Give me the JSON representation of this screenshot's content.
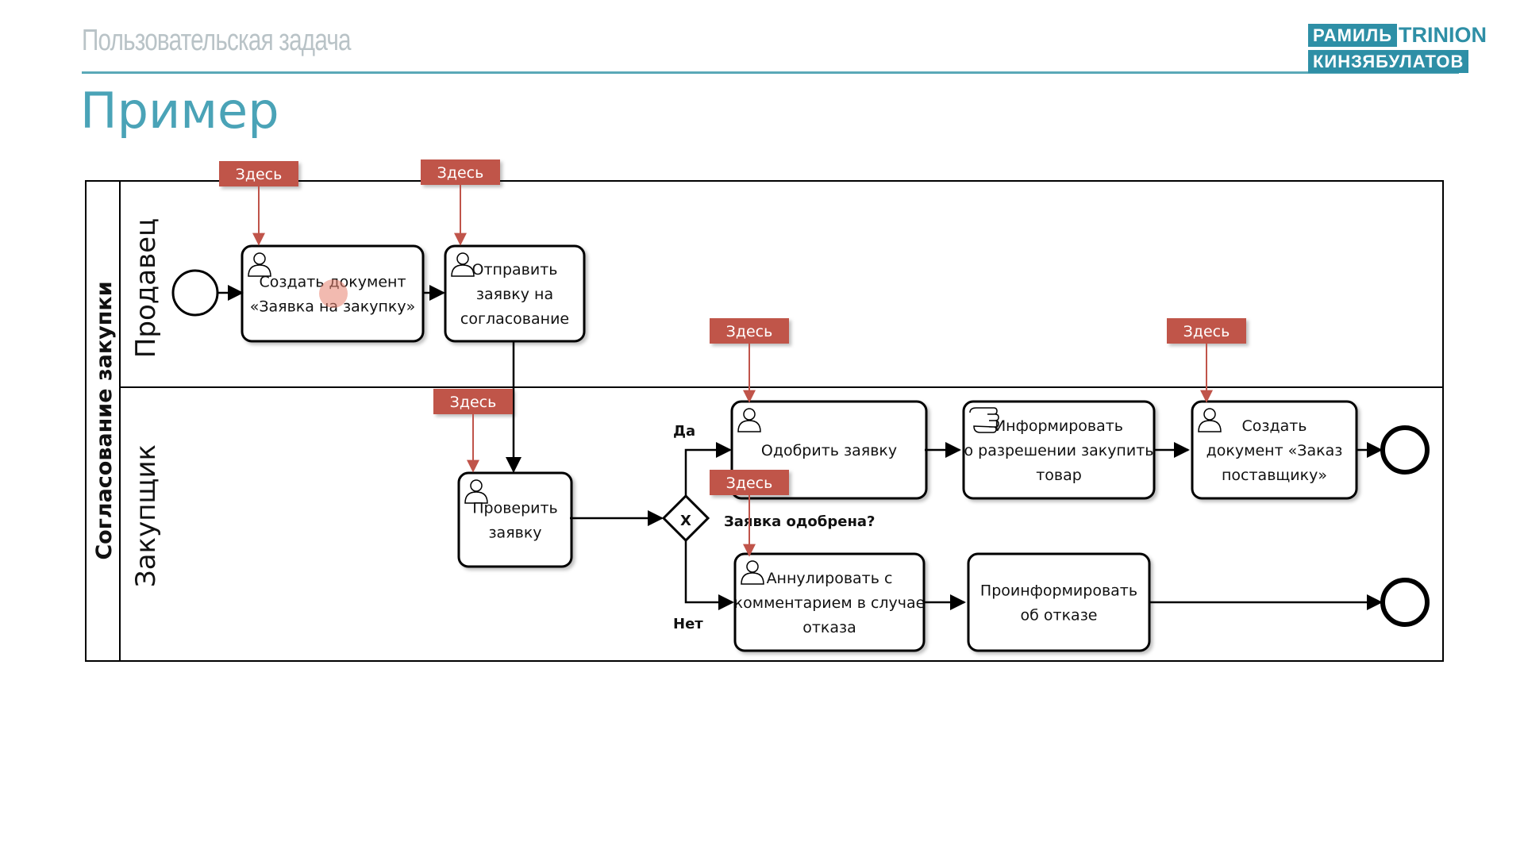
{
  "header": {
    "subtitle": "Пользовательская задача",
    "title": "Пример",
    "logo": {
      "line1": "РАМИЛЬ",
      "brand": "TRINION",
      "line2": "КИНЗЯБУЛАТОВ"
    }
  },
  "colors": {
    "accent": "#4aa3b7",
    "marker": "#c0544a",
    "rule": "#5aa9b8"
  },
  "diagram": {
    "pool": "Согласование закупки",
    "lanes": [
      "Продавец",
      "Закупщик"
    ],
    "tasks": [
      {
        "id": "t1",
        "icon": "user-icon",
        "lines": [
          "Создать документ",
          "«Заявка на закупку»"
        ]
      },
      {
        "id": "t2",
        "icon": "user-icon",
        "lines": [
          "Отправить",
          "заявку на",
          "согласование"
        ]
      },
      {
        "id": "t3",
        "icon": "user-icon",
        "lines": [
          "Проверить",
          "заявку"
        ]
      },
      {
        "id": "t4",
        "icon": "user-icon",
        "lines": [
          "Одобрить заявку"
        ]
      },
      {
        "id": "t5",
        "icon": "manual-icon",
        "lines": [
          "Информировать",
          "о разрешении закупить",
          "товар"
        ]
      },
      {
        "id": "t6",
        "icon": "user-icon",
        "lines": [
          "Создать",
          "документ «Заказ",
          "поставщику»"
        ]
      },
      {
        "id": "t7",
        "icon": "user-icon",
        "lines": [
          "Аннулировать с",
          "комментарием в случае",
          "отказа"
        ]
      },
      {
        "id": "t8",
        "icon": "",
        "lines": [
          "Проинформировать",
          "об отказе"
        ]
      }
    ],
    "gateway": {
      "symbol": "X",
      "label": "Заявка одобрена?",
      "yes": "Да",
      "no": "Нет"
    },
    "here_label": "Здесь",
    "here_count": 6
  }
}
